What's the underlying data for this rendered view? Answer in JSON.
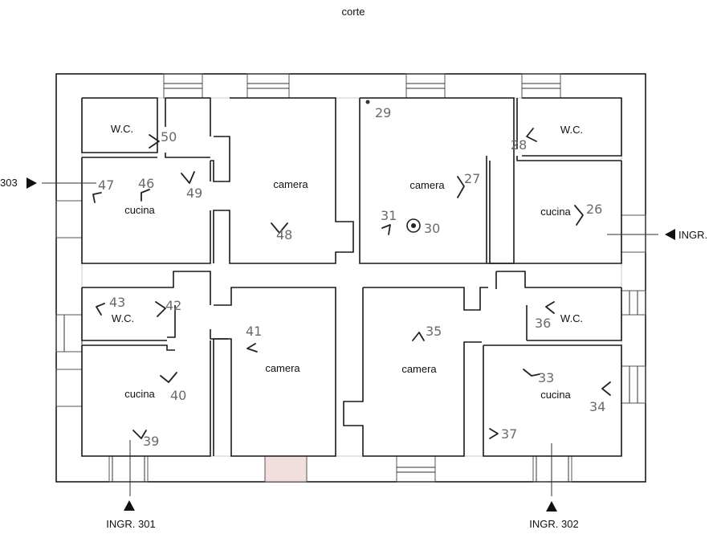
{
  "labels": {
    "courtyard": "corte",
    "rooms": {
      "wc_top_left": "W.C.",
      "cucina_top_left": "cucina",
      "camera_top_left": "camera",
      "camera_top_right": "camera",
      "wc_top_right": "W.C.",
      "cucina_top_right": "cucina",
      "wc_bottom_left": "W.C.",
      "cucina_bottom_left": "cucina",
      "camera_bottom_left": "camera",
      "camera_bottom_right": "camera",
      "wc_bottom_right": "W.C.",
      "cucina_bottom_right": "cucina"
    },
    "entrances": {
      "left": "303",
      "right": "INGR.",
      "bottom_left": "INGR. 301",
      "bottom_right": "INGR. 302"
    }
  },
  "photo_points": [
    "29",
    "28",
    "27",
    "26",
    "30",
    "31",
    "47",
    "46",
    "49",
    "50",
    "48",
    "43",
    "42",
    "41",
    "40",
    "39",
    "35",
    "36",
    "33",
    "34",
    "37"
  ]
}
